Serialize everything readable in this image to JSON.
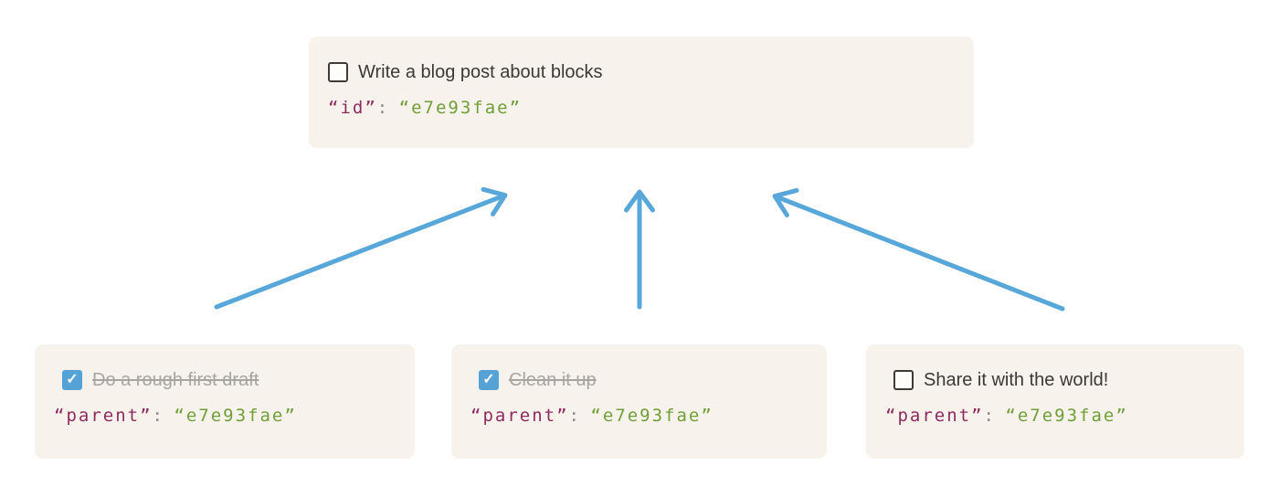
{
  "diagram": {
    "checkmark_glyph": "✓",
    "parent_card": {
      "task": "Write a blog post about blocks",
      "checked": false,
      "code": {
        "key": "“id”",
        "colon": ":",
        "value": "“e7e93fae”"
      }
    },
    "child_cards": [
      {
        "task": "Do a rough first draft",
        "checked": true,
        "code": {
          "key": "“parent”",
          "colon": ":",
          "value": "“e7e93fae”"
        }
      },
      {
        "task": "Clean it up",
        "checked": true,
        "code": {
          "key": "“parent”",
          "colon": ":",
          "value": "“e7e93fae”"
        }
      },
      {
        "task": "Share it with the world!",
        "checked": false,
        "code": {
          "key": "“parent”",
          "colon": ":",
          "value": "“e7e93fae”"
        }
      }
    ],
    "colors": {
      "card_bg": "#f7f3ec",
      "arrow_blue": "#58a7da",
      "checkbox_checked_blue": "#55a3d6",
      "checkbox_border_dark": "#3e3a36",
      "task_text": "#3b3835",
      "done_task_text": "#a7a5a2",
      "json_key": "#8f2a61",
      "json_colon": "#8c8a87",
      "json_value": "#6f9f38"
    }
  }
}
